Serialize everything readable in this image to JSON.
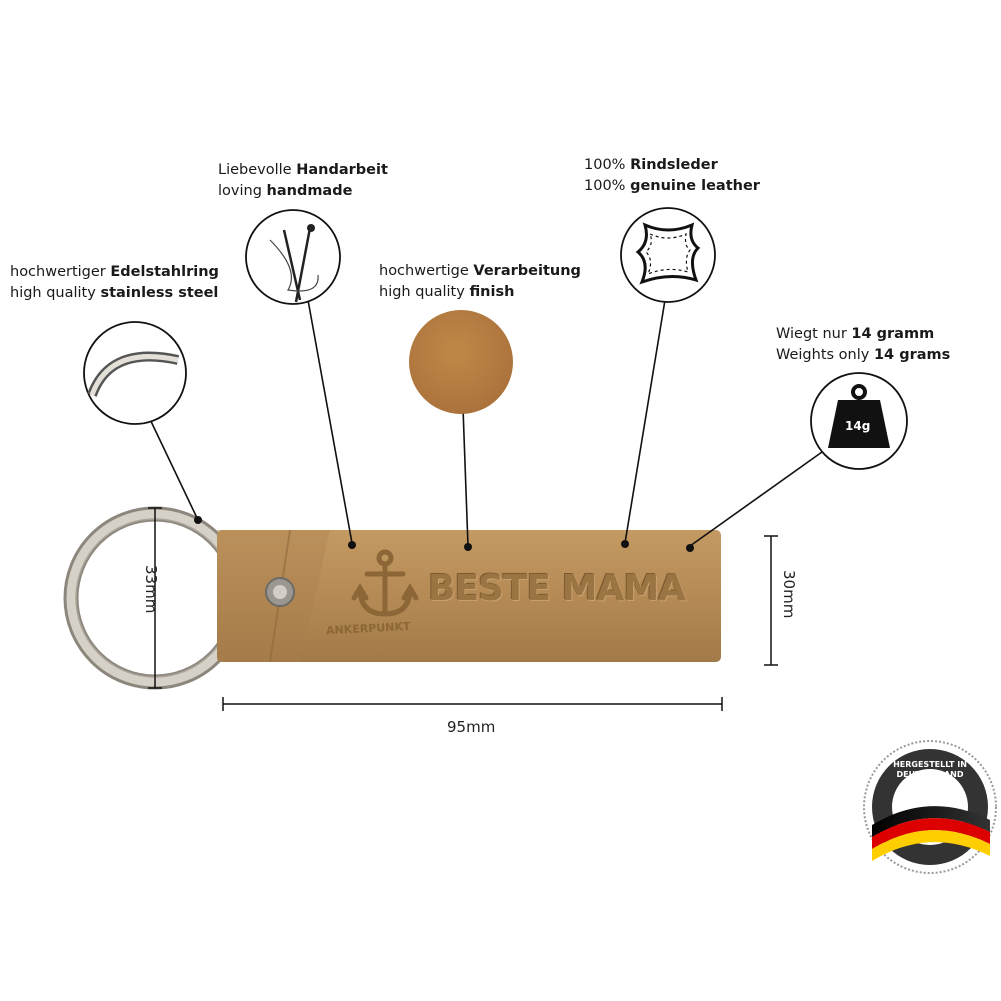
{
  "features": {
    "ring": {
      "de_pre": "hochwertiger ",
      "de_bold": "Edelstahlring",
      "en_pre": "high quality ",
      "en_bold": "stainless steel"
    },
    "handmade": {
      "de_pre": "Liebevolle ",
      "de_bold": "Handarbeit",
      "en_pre": "loving ",
      "en_bold": "handmade"
    },
    "finish": {
      "de_pre": "hochwertige ",
      "de_bold": "Verarbeitung",
      "en_pre": "high quality ",
      "en_bold": "finish"
    },
    "leather": {
      "de_pre": "100% ",
      "de_bold": "Rindsleder",
      "en_pre": "100% ",
      "en_bold": "genuine leather"
    },
    "weight": {
      "de_pre": "Wiegt nur ",
      "de_bold": "14 gramm",
      "en_pre": "Weights only ",
      "en_bold": "14 grams",
      "icon_text": "14g"
    }
  },
  "product": {
    "engraving": "BESTE MAMA",
    "brand": "ANKERPUNKT"
  },
  "dimensions": {
    "ring_height": "33mm",
    "tag_height": "30mm",
    "tag_length": "95mm"
  },
  "badge": {
    "text": "HERGESTELLT IN DEUTSCHLAND"
  },
  "colors": {
    "leather": "#b58a55",
    "finish_swatch": "#b47a3c",
    "steel": "#c9c4bb"
  }
}
